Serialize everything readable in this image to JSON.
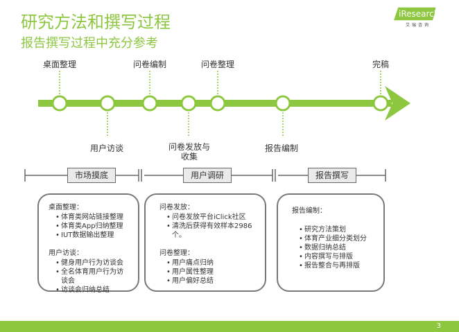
{
  "title": "研究方法和撰写过程",
  "subtitle": "报告撰写过程中充分参考",
  "logo": {
    "brand": "iResearch",
    "sub": "艾瑞咨询"
  },
  "timeline": {
    "top_labels": [
      "桌面整理",
      "问卷编制",
      "问卷整理",
      "完稿"
    ],
    "bottom_labels": [
      "用户访谈",
      "问卷发放与收集",
      "报告编制"
    ]
  },
  "stages": [
    "市场摸底",
    "用户调研",
    "报告撰写"
  ],
  "box_market": {
    "head1": "桌面整理：",
    "items1": [
      "体育类网站链接整理",
      "体育类App归纳整理",
      "IUT数据输出整理"
    ],
    "head2": "用户访谈：",
    "items2": [
      "健身用户行为访谈会",
      "全名体育用户行为访谈会",
      "访谈会归纳总结"
    ]
  },
  "box_survey": {
    "head1": "问卷发放：",
    "items1": [
      "问卷发放平台iClick社区",
      "清洗后获得有效样本2986个。"
    ],
    "head2": "问卷整理：",
    "items2": [
      "用户痛点归纳",
      "用户属性整理",
      "用户偏好总结"
    ]
  },
  "box_report": {
    "head1": "报告编制：",
    "items1": [
      "研究方法策划",
      "体育产业细分类划分",
      "数据归纳总结",
      "内容撰写与排版",
      "报告整合与再排版"
    ]
  },
  "page_number": "3",
  "colors": {
    "accent": "#8dc63f"
  }
}
